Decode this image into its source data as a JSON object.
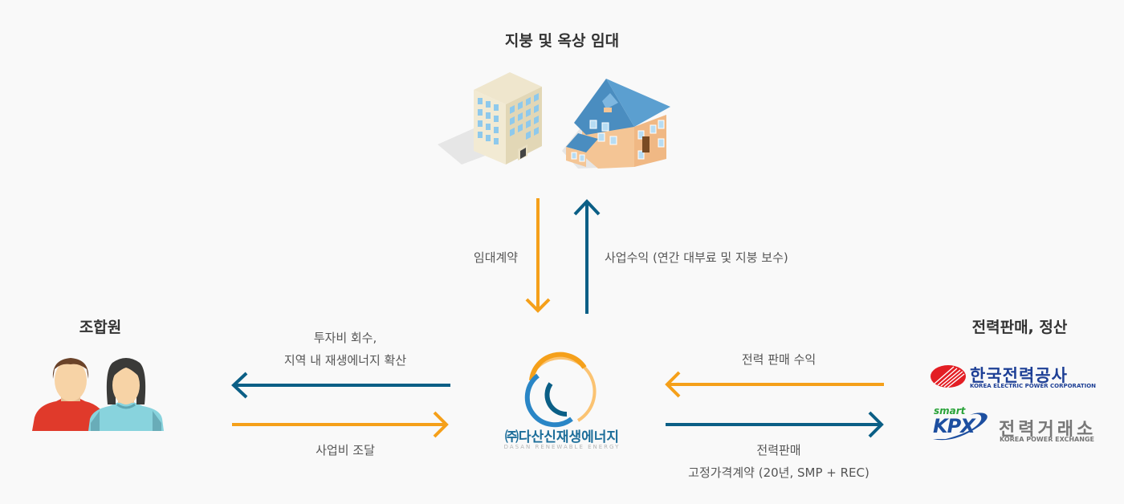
{
  "top": {
    "title": "지붕 및 옥상 임대",
    "icons": [
      "office-building-icon",
      "house-icon"
    ]
  },
  "vertical_flows": {
    "down": {
      "label": "임대계약",
      "color": "#f5a01a"
    },
    "up": {
      "label": "사업수익 (연간 대부료 및 지붕 보수)",
      "color": "#0b5f86"
    }
  },
  "left": {
    "title": "조합원",
    "icon": "members-icon",
    "flow_to_members": {
      "line1": "투자비 회수,",
      "line2": "지역 내 재생에너지 확산",
      "color": "#0b5f86"
    },
    "flow_from_members": {
      "label": "사업비 조달",
      "color": "#f5a01a"
    }
  },
  "center": {
    "company_ko": "㈜다산신재생에너지",
    "company_en": "DASAN RENEWABLE ENERGY"
  },
  "right": {
    "title": "전력판매, 정산",
    "flow_to_company": {
      "label": "전력 판매 수익",
      "color": "#f5a01a"
    },
    "flow_from_company": {
      "line1": "전력판매",
      "line2": "고정가격계약 (20년, SMP + REC)",
      "color": "#0b5f86"
    },
    "kepco": {
      "name_ko": "한국전력공사",
      "name_en": "KOREA ELECTRIC POWER CORPORATION"
    },
    "kpx": {
      "smart": "smart",
      "mark": "KPX",
      "name_ko": "전력거래소",
      "name_en": "KOREA POWER EXCHANGE"
    }
  }
}
